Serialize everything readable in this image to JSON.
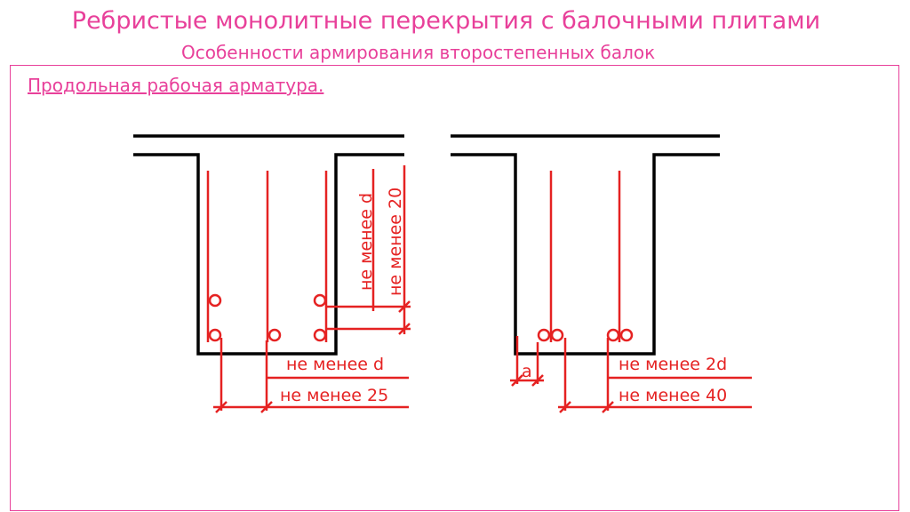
{
  "title": "Ребристые монолитные перекрытия с балочными плитами",
  "subtitle": "Особенности армирования второстепенных балок",
  "section_heading": "Продольная рабочая арматура.",
  "left_diagram": {
    "label_vertical_1": "не менее d",
    "label_vertical_2": "не менее 20",
    "label_bottom_1": "не менее d",
    "label_bottom_2": "не менее 25"
  },
  "right_diagram": {
    "label_cover": "a",
    "label_bottom_1": "не менее 2d",
    "label_bottom_2": "не менее 40"
  },
  "colors": {
    "accent": "#e8409a",
    "rebar": "#e52222",
    "outline": "#000000"
  }
}
